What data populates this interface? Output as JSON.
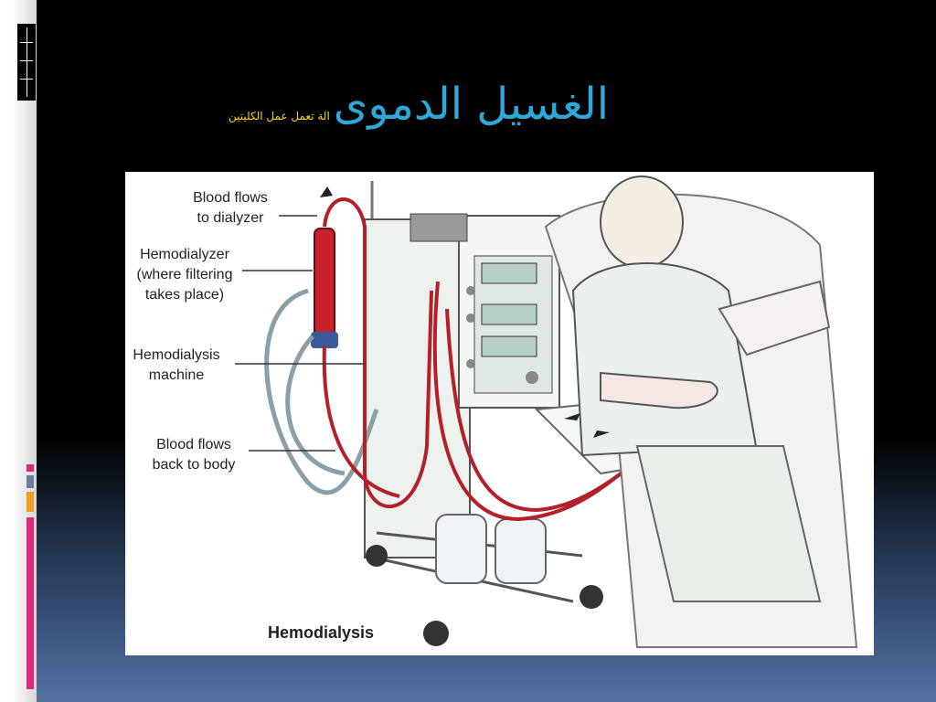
{
  "slide": {
    "title": "الغسيل الدموى",
    "subtitle": "الة تعمل عمل الكليتين"
  },
  "figure": {
    "labels": {
      "blood_to_dialyzer": "Blood flows\nto dialyzer",
      "hemodialyzer": "Hemodialyzer\n(where filtering\ntakes place)",
      "machine": "Hemodialysis\nmachine",
      "blood_back": "Blood flows\nback to body"
    },
    "caption": "Hemodialysis"
  },
  "colors": {
    "title": "#2ea8d8",
    "subtitle": "#ffd600",
    "tube": "#b3202a",
    "accent_pink": "#e0287a",
    "accent_orange": "#f0a020"
  }
}
